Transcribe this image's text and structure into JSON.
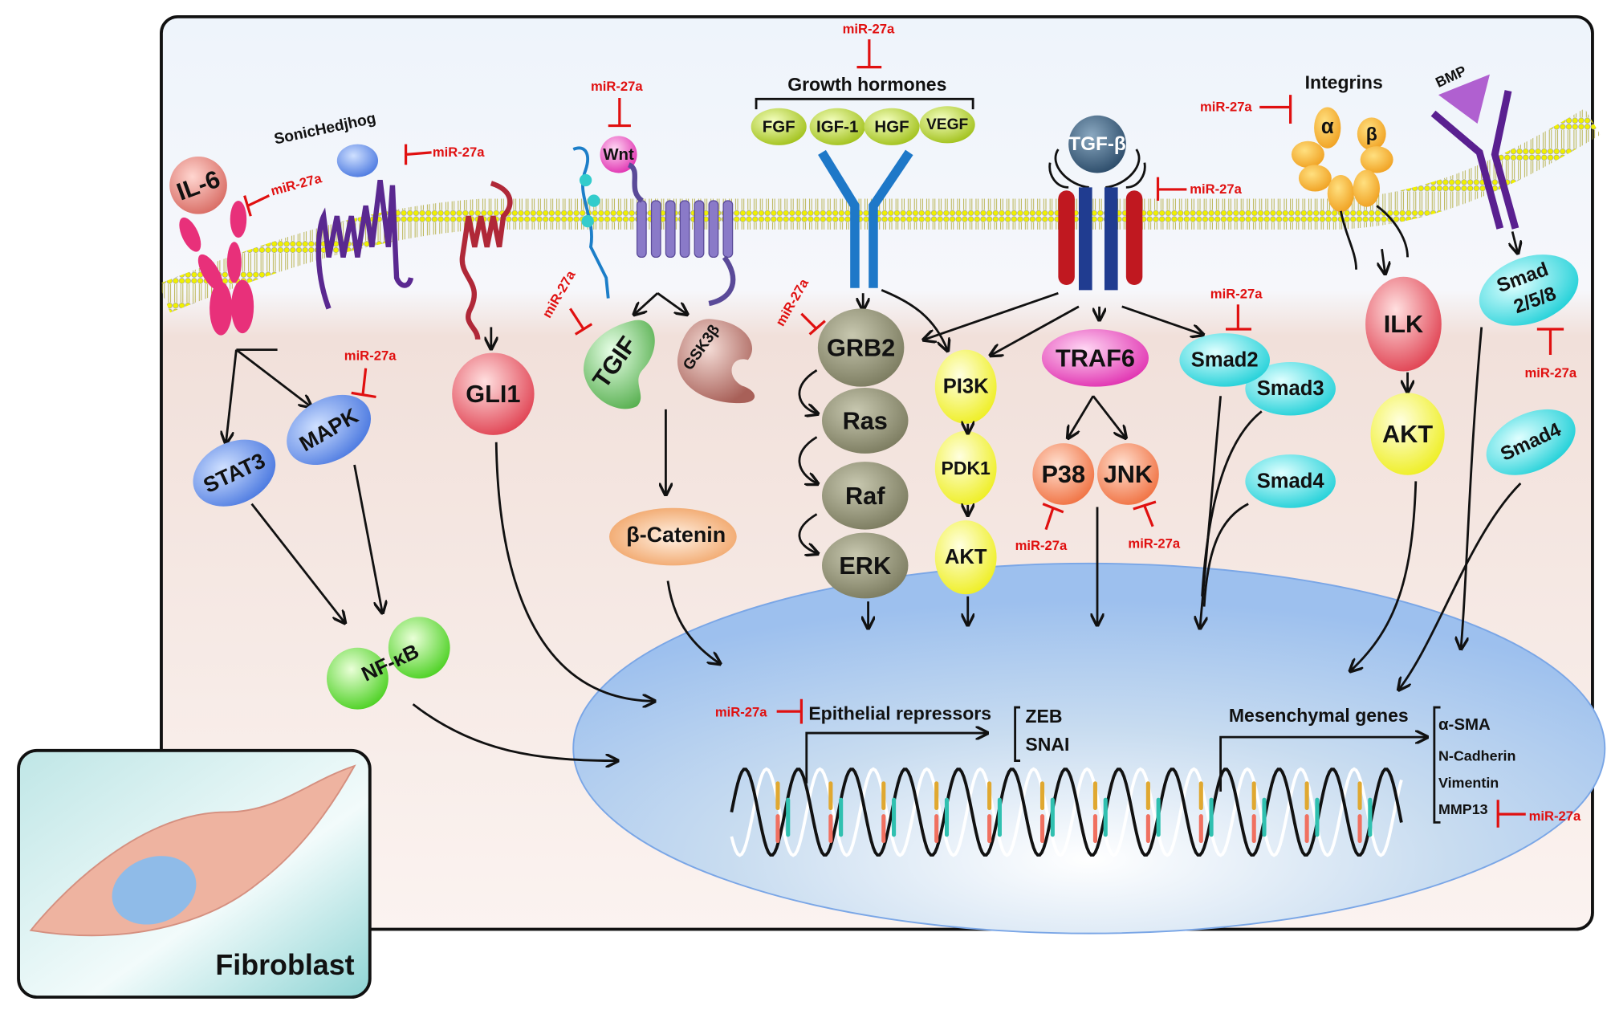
{
  "title_labels": {
    "sonic": "SonicHedjhog",
    "growth": "Growth hormones",
    "integrins": "Integrins",
    "bmp": "BMP",
    "fibroblast": "Fibroblast"
  },
  "inhibitor": "miR-27a",
  "ligands": {
    "il6": "IL-6",
    "wnt": "Wnt",
    "fgf": "FGF",
    "igf": "IGF-1",
    "hgf": "HGF",
    "vegf": "VEGF",
    "tgfb": "TGF-β",
    "alpha": "α",
    "beta": "β"
  },
  "nodes": {
    "stat3": "STAT3",
    "mapk": "MAPK",
    "nfkb": "NF-κB",
    "gli1": "GLI1",
    "tgif": "TGIF",
    "gsk3b": "GSK3β",
    "bcatenin": "β-Catenin",
    "grb2": "GRB2",
    "ras": "Ras",
    "raf": "Raf",
    "erk": "ERK",
    "pi3k": "PI3K",
    "pdk1": "PDK1",
    "akt1": "AKT",
    "traf6": "TRAF6",
    "p38": "P38",
    "jnk": "JNK",
    "smad2": "Smad2",
    "smad3": "Smad3",
    "smad4a": "Smad4",
    "ilk": "ILK",
    "akt2": "AKT",
    "smad258a": "Smad",
    "smad258b": "2/5/8",
    "smad4b": "Smad4"
  },
  "nucleus": {
    "epithelial": "Epithelial repressors",
    "epi_genes": [
      "ZEB",
      "SNAI"
    ],
    "mesenchymal": "Mesenchymal genes",
    "mes_genes": [
      "α-SMA",
      "N-Cadherin",
      "Vimentin",
      "MMP13"
    ]
  },
  "colors": {
    "inhibitor": "#e01010",
    "membrane": "#d8d020",
    "nucleus": "#a8c8f0",
    "cytoplasm": "#f3e2dc"
  }
}
